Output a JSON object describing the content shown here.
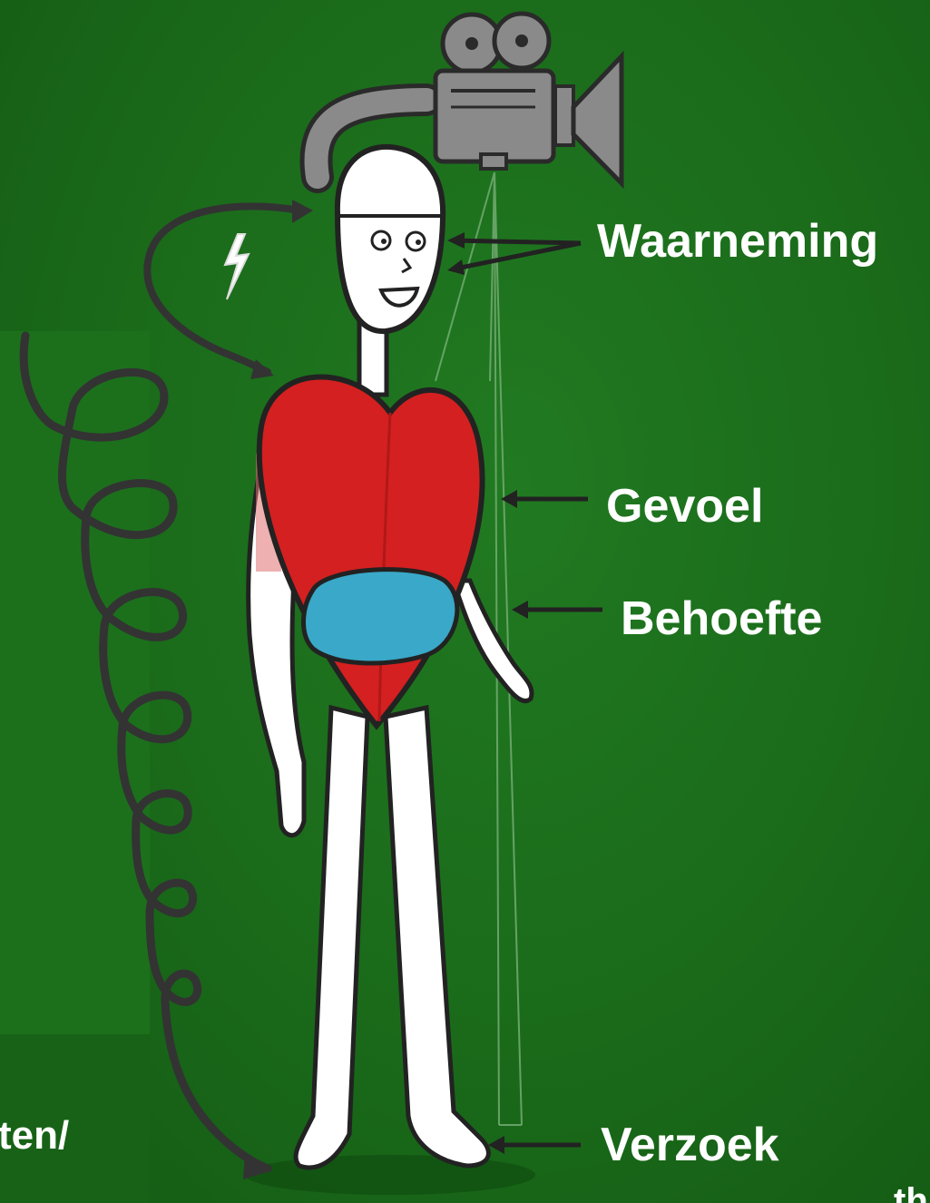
{
  "labels": {
    "waarneming": "Waarneming",
    "gevoel": "Gevoel",
    "behoefte": "Behoefte",
    "verzoek": "Verzoek",
    "left_fragment": "ten/",
    "bottom_fragment": "th"
  },
  "colors": {
    "background": "#1a6b1a",
    "heart": "#d42020",
    "need": "#3aa8c8",
    "camera": "#8a8a8a",
    "outline": "#2a2a2a",
    "text": "#ffffff"
  },
  "icons": [
    "movie-camera-icon",
    "lightning-icon",
    "heart-body-icon",
    "spiral-icon"
  ]
}
